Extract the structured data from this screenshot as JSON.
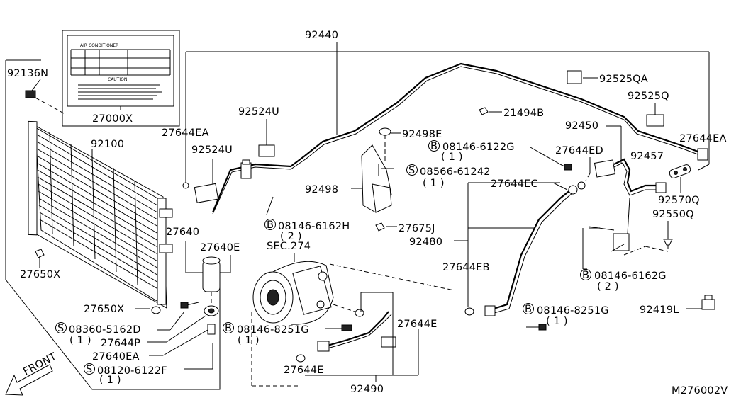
{
  "diagram_code": "M276002V",
  "front_label": "FRONT",
  "label_sticker": {
    "title": "AIR CONDITIONER",
    "caution": "CAUTION"
  },
  "bolt_markers": {
    "bolt": "B",
    "screw": "S"
  },
  "callouts": {
    "n92440": "92440",
    "n92136N": "92136N",
    "n27000X": "27000X",
    "n92524U_top": "92524U",
    "n27644EA_left": "27644EA",
    "n92524U_mid": "92524U",
    "n92100": "92100",
    "n27640": "27640",
    "n27640E": "27640E",
    "n27650X_top": "27650X",
    "n27650X_bot": "27650X",
    "n08360": "08360-5162D",
    "n08360_qty": "( 1 )",
    "n27644P": "27644P",
    "n27640EA": "27640EA",
    "n08120": "08120-6122F",
    "n08120_qty": "( 1 )",
    "n08146_6162H": "08146-6162H",
    "n08146_6162H_qty": "( 2 )",
    "sec274": "SEC.274",
    "n08146_8251G_mid": "08146-8251G",
    "n08146_8251G_mid_qty": "( 1 )",
    "n27644E_right": "27644E",
    "n27644E_bot": "27644E",
    "n92490": "92490",
    "n92498E": "92498E",
    "n08566": "08566-61242",
    "n08566_qty": "( 1 )",
    "n92498": "92498",
    "n27675J": "27675J",
    "n92480": "92480",
    "n27644EB": "27644EB",
    "n27644EC": "27644EC",
    "n21494B": "21494B",
    "n08146_6122G": "08146-6122G",
    "n08146_6122G_qty": "( 1 )",
    "n92450": "92450",
    "n27644ED": "27644ED",
    "n92457": "92457",
    "n92525QA": "92525QA",
    "n92525Q": "92525Q",
    "n27644EA_right": "27644EA",
    "n92570Q": "92570Q",
    "n92550Q": "92550Q",
    "n08146_6162G": "08146-6162G",
    "n08146_6162G_qty": "( 2 )",
    "n08146_8251G_right": "08146-8251G",
    "n08146_8251G_right_qty": "( 1 )",
    "n92419L": "92419L"
  }
}
